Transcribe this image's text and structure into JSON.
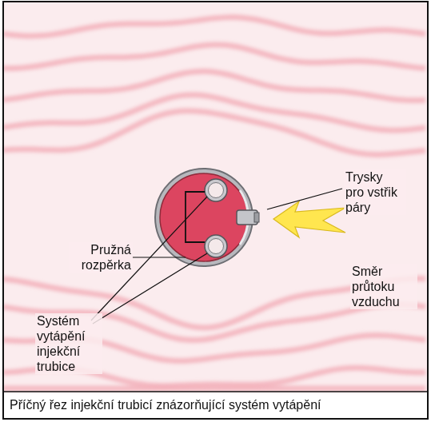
{
  "diagram": {
    "caption": "Příčný řez injekční trubicí znázorňující systém vytápění",
    "labels": [
      "Trysky pro vstřik páry",
      "Pružná rozpěrka",
      "Systém vytápění injekční trubice",
      "Směr průtoku vzduchu"
    ]
  }
}
